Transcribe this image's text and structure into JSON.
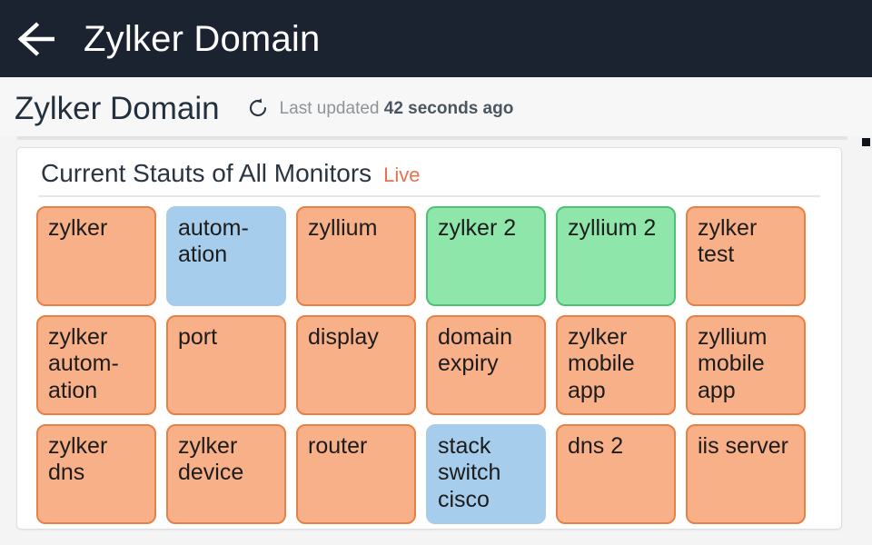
{
  "navbar": {
    "back_icon": "arrow-left-icon",
    "title": "Zylker Domain"
  },
  "subheader": {
    "title": "Zylker Domain",
    "refresh_icon": "refresh-icon",
    "last_updated_prefix": "Last updated",
    "last_updated_value": "42 seconds ago"
  },
  "card": {
    "title": "Current Stauts of All Monitors",
    "live_label": "Live",
    "colors": {
      "down": "#f7b088",
      "down_border": "#e58046",
      "trouble": "#a6cdeb",
      "up": "#8ee6ab",
      "up_border": "#4cc273",
      "live_text": "#e8734a",
      "navbar": "#1b2330"
    },
    "rows": [
      [
        {
          "label": "zylker",
          "status": "down"
        },
        {
          "label": "autom-ation",
          "status": "trouble"
        },
        {
          "label": "zyllium",
          "status": "down"
        },
        {
          "label": "zylker 2",
          "status": "up"
        },
        {
          "label": "zyllium 2",
          "status": "up"
        },
        {
          "label": "zylker test",
          "status": "down"
        }
      ],
      [
        {
          "label": "zylker autom-ation",
          "status": "down"
        },
        {
          "label": "port",
          "status": "down"
        },
        {
          "label": "display",
          "status": "down"
        },
        {
          "label": "domain expiry",
          "status": "down"
        },
        {
          "label": "zylker mobile app",
          "status": "down"
        },
        {
          "label": "zyllium mobile app",
          "status": "down"
        }
      ],
      [
        {
          "label": "zylker dns",
          "status": "down"
        },
        {
          "label": "zylker device",
          "status": "down"
        },
        {
          "label": "router",
          "status": "down"
        },
        {
          "label": "stack switch cisco",
          "status": "trouble"
        },
        {
          "label": "dns 2",
          "status": "down"
        },
        {
          "label": "iis server",
          "status": "down"
        }
      ]
    ]
  }
}
